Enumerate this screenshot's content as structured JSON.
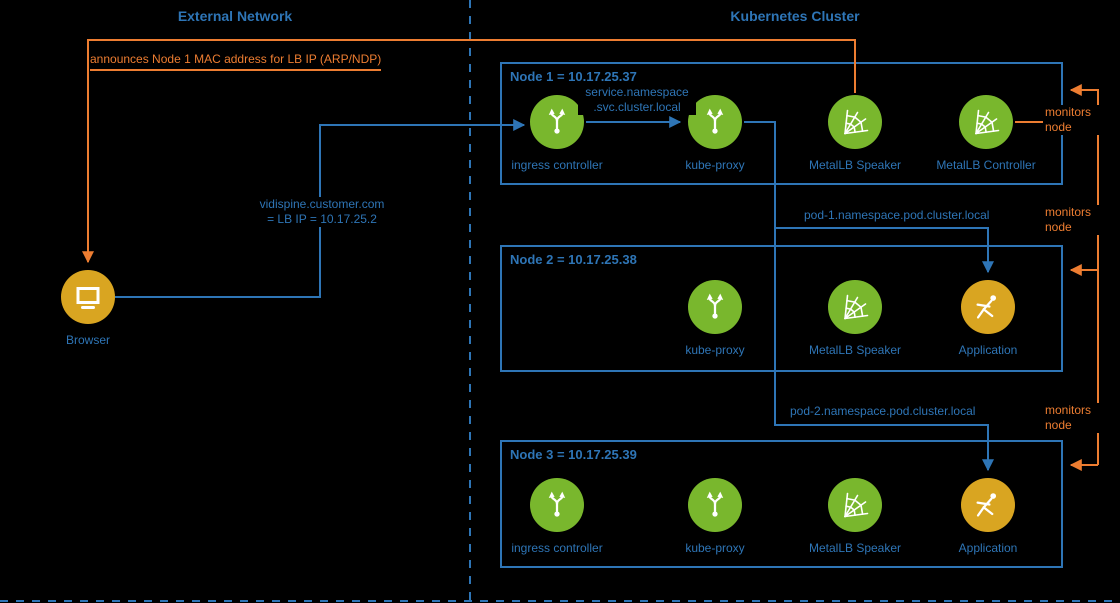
{
  "titles": {
    "external_network": "External Network",
    "kubernetes_cluster": "Kubernetes Cluster"
  },
  "browser": {
    "label": "Browser"
  },
  "nodes": [
    {
      "label": "Node 1 = 10.17.25.37",
      "components": [
        "ingress controller",
        "kube-proxy",
        "MetalLB Speaker",
        "MetalLB Controller"
      ]
    },
    {
      "label": "Node 2 = 10.17.25.38",
      "components": [
        "kube-proxy",
        "MetalLB Speaker",
        "Application"
      ]
    },
    {
      "label": "Node 3 = 10.17.25.39",
      "components": [
        "ingress controller",
        "kube-proxy",
        "MetalLB Speaker",
        "Application"
      ]
    }
  ],
  "annotations": {
    "arp_announce": "announces Node 1 MAC address for LB IP (ARP/NDP)",
    "lb_dns": "vidispine.customer.com\n= LB IP = 10.17.25.2",
    "service_dns": "service.namespace\n.svc.cluster.local",
    "pod1_dns": "pod-1.namespace.pod.cluster.local",
    "pod2_dns": "pod-2.namespace.pod.cluster.local",
    "monitors_node": "monitors node"
  },
  "icons": {
    "proxy-icon": "branching-arrows",
    "metallb-icon": "web-mesh",
    "application-icon": "leaping-figure",
    "browser-icon": "monitor"
  },
  "colors": {
    "blue": "#2E75B6",
    "orange": "#ED7D31",
    "green": "#79B72D",
    "gold": "#D9A521",
    "background": "#000000"
  }
}
